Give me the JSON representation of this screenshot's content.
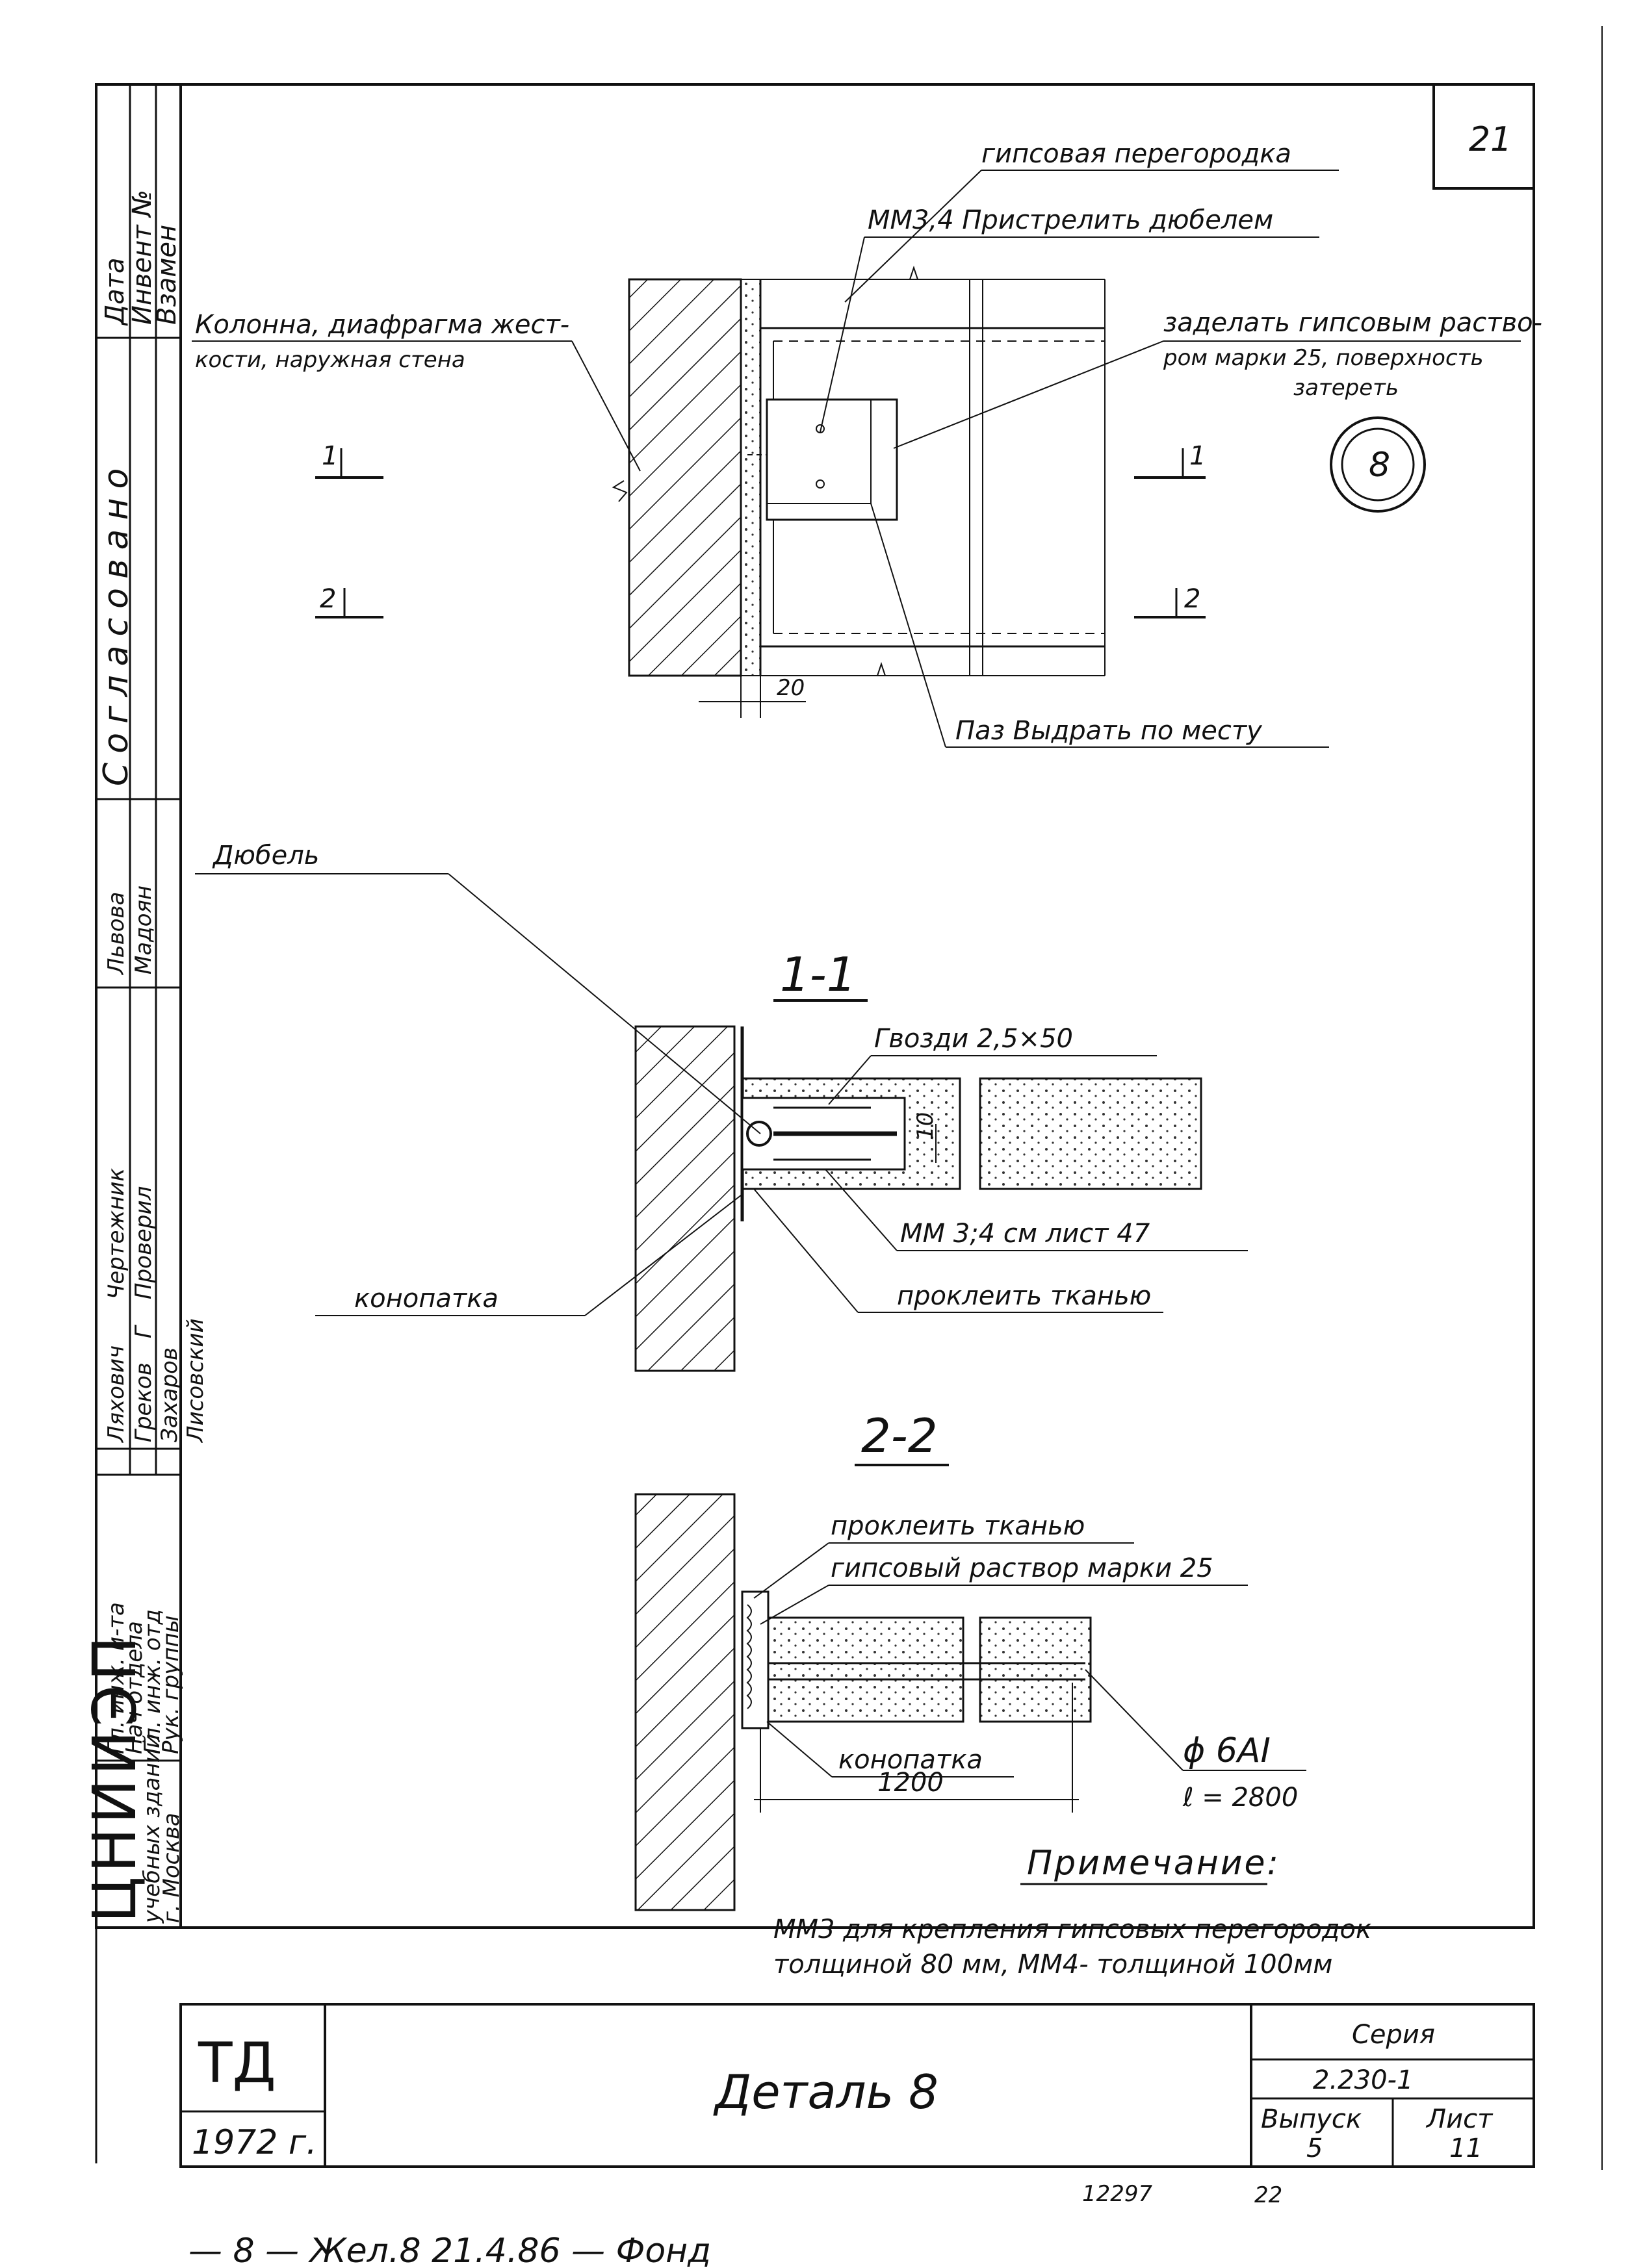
{
  "sheet_corner_number": "21",
  "detail_marker": "8",
  "top_view": {
    "label_partition": "гипсовая перегородка",
    "label_fasten": "ММ3,4 Пристрелить дюбелем",
    "label_column_l1": "Колонна, диафрагма жест-",
    "label_column_l2": "кости, наружная стена",
    "label_fill_l1": "заделать гипсовым раство-",
    "label_fill_l2": "ром марки 25, поверхность",
    "label_fill_l3": "затереть",
    "label_groove": "Паз Выдрать по месту",
    "dim_gap": "20",
    "cut1_left": "1",
    "cut1_right": "1",
    "cut2_left": "2",
    "cut2_right": "2"
  },
  "section_1": {
    "title": "1-1",
    "label_dowel": "Дюбель",
    "label_nails": "Гвозди 2,5×50",
    "label_mm": "ММ 3;4 см лист 47",
    "label_glue": "проклеить тканью",
    "label_caulk": "конопатка",
    "dim_10": "10"
  },
  "section_2": {
    "title": "2-2",
    "label_glue": "проклеить тканью",
    "label_mortar": "гипсовый раствор марки 25",
    "label_caulk": "конопатка",
    "label_rebar": "ϕ 6AI",
    "label_length": "ℓ = 2800",
    "dim_1200": "1200"
  },
  "note": {
    "heading": "Примечание:",
    "line1": "ММ3 для крепления гипсовых перегородок",
    "line2": "толщиной 80 мм, ММ4- толщиной 100мм"
  },
  "title_block": {
    "org_abbrev": "ТД",
    "year": "1972 г.",
    "drawing_title": "Деталь 8",
    "series_label": "Серия",
    "series_value": "2.230-1",
    "issue_label": "Выпуск",
    "issue_value": "5",
    "sheet_label": "Лист",
    "sheet_value": "11"
  },
  "side_stamp": {
    "institute": "ЦНИИЭП",
    "institute_sub1": "учебных зданий",
    "institute_sub2": "г. Москва",
    "roles": [
      "Гл. инж. и-та",
      "Нач отдела",
      "Гл. инж. отд",
      "Рук. группы"
    ],
    "names": [
      "Ляхович",
      "Греков",
      "Захаров",
      "Лисовский"
    ],
    "col_draftsman": "Чертежник",
    "col_checked": "Проверил",
    "checked_mark": "Г",
    "names_right": [
      "Львова",
      "Мадоян"
    ],
    "agreed": "Согласовано",
    "date": "Дата",
    "inventory": "Инвент №",
    "replace": "Взамен"
  },
  "footer": {
    "archive_no": "12297",
    "page_no": "22",
    "handwritten": "— 8 — Жел.8 21.4.86 — Фонд"
  }
}
